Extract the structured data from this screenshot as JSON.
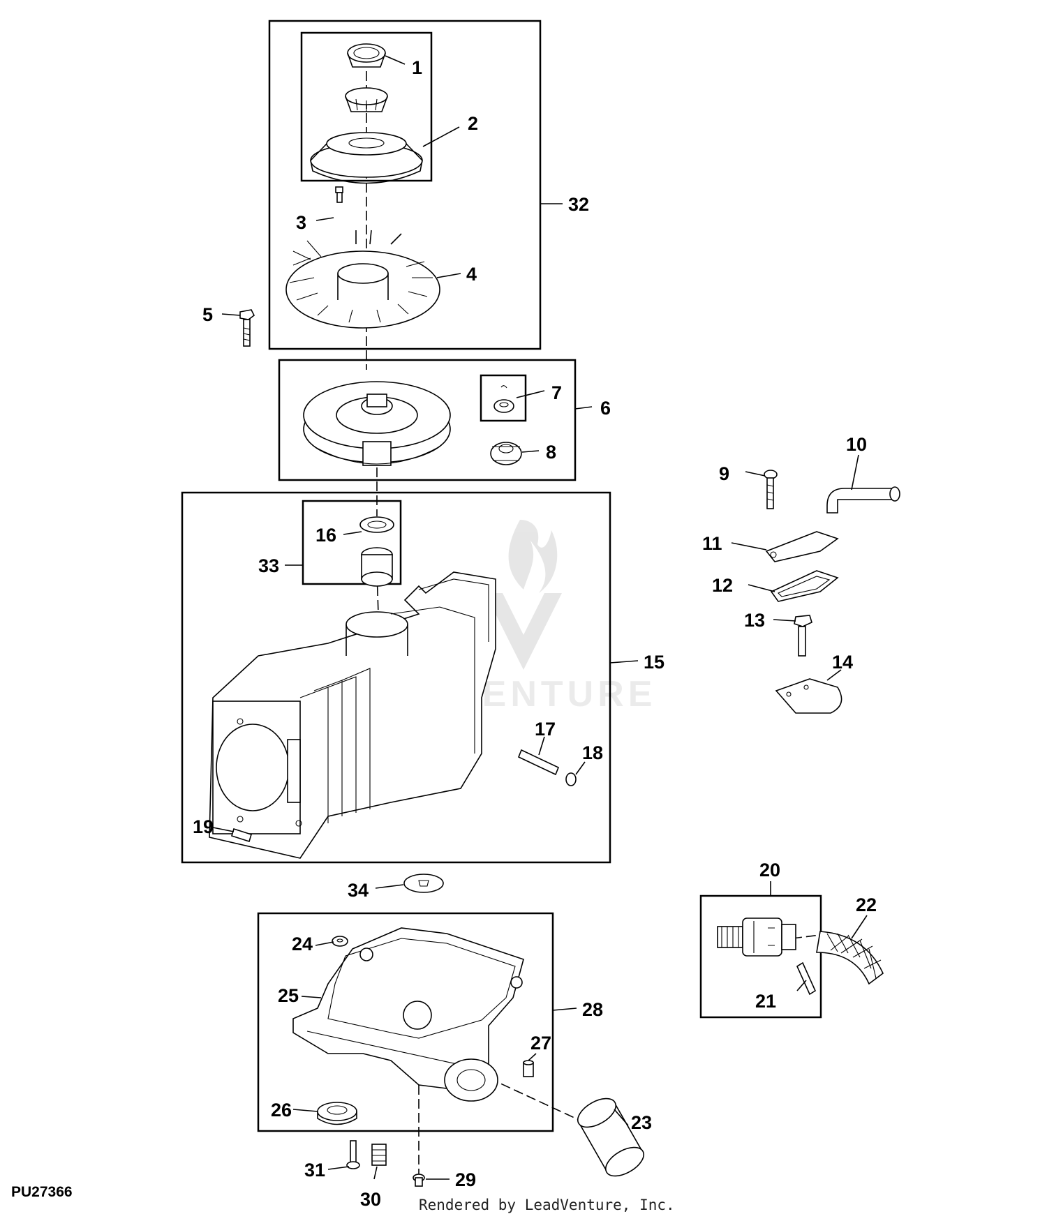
{
  "figure_id": "PU27366",
  "render_credit": "Rendered by LeadVenture, Inc.",
  "watermark": {
    "text": "VENTURE",
    "logo": "leadventure-flame-logo",
    "color": "#d9d9d9"
  },
  "callouts": {
    "1": "1",
    "2": "2",
    "3": "3",
    "4": "4",
    "5": "5",
    "6": "6",
    "7": "7",
    "8": "8",
    "9": "9",
    "10": "10",
    "11": "11",
    "12": "12",
    "13": "13",
    "14": "14",
    "15": "15",
    "16": "16",
    "17": "17",
    "18": "18",
    "19": "19",
    "20": "20",
    "21": "21",
    "22": "22",
    "23": "23",
    "24": "24",
    "25": "25",
    "26": "26",
    "27": "27",
    "28": "28",
    "29": "29",
    "30": "30",
    "31": "31",
    "32": "32",
    "33": "33",
    "34": "34"
  },
  "groups": {
    "32": [
      "1",
      "2",
      "3",
      "4"
    ],
    "6": [
      "7",
      "8"
    ],
    "15": [
      "16",
      "17",
      "18",
      "19",
      "33"
    ],
    "33": [
      "16"
    ],
    "28": [
      "24",
      "25",
      "26",
      "27"
    ],
    "20": [
      "21"
    ]
  }
}
